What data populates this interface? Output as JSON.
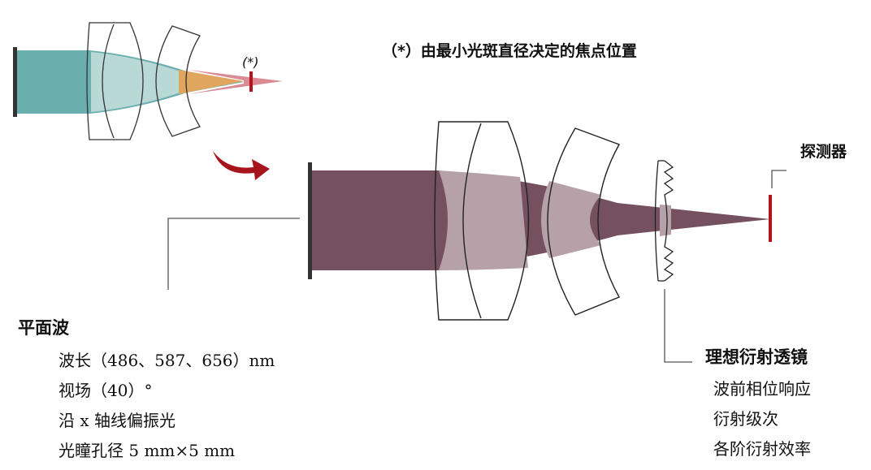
{
  "focus_note": "（*）由最小光斑直径决定的焦点位置",
  "focus_marker": "(*)",
  "detector_label": "探测器",
  "plane_wave": {
    "title": "平面波",
    "items": [
      "波长（486、587、656）nm",
      "视场（40）°",
      "沿 x 轴线偏振光",
      "光瞳孔径 5 mm×5 mm"
    ]
  },
  "diffractive_lens": {
    "title": "理想衍射透镜",
    "items": [
      "波前相位响应",
      "衍射级次",
      "各阶衍射效率"
    ]
  },
  "colors": {
    "teal_beam": "#6aaeae",
    "teal_light": "#b9d9d7",
    "beam_dark": "#75505f",
    "beam_light": "#b7a1a9",
    "detector_red": "#b5121b",
    "arrow_red": "#a8141c",
    "focus_orange": "#e0a660",
    "focus_pink": "#d98a93"
  }
}
